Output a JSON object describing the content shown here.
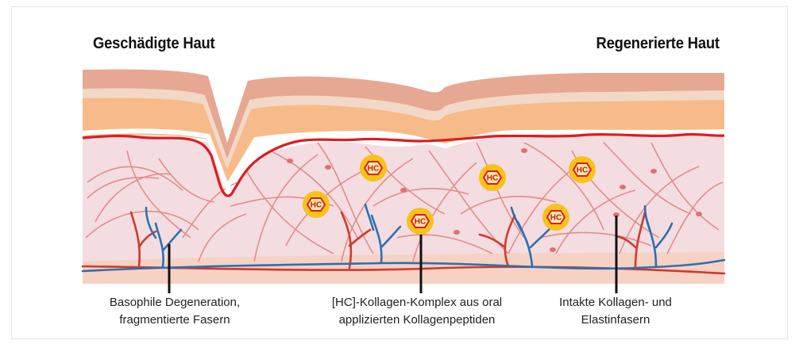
{
  "titles": {
    "left": "Geschädigte Haut",
    "right": "Regenerierte Haut"
  },
  "badge_text": "HC",
  "captions": {
    "left_line1": "Basophile Degeneration,",
    "left_line2": "fragmentierte Fasern",
    "mid_line1": "[HC]-Kollagen-Komplex aus oral",
    "mid_line2": "applizierten Kollagenpeptiden",
    "right_line1": "Intakte Kollagen- und",
    "right_line2": "Elastinfasern"
  },
  "colors": {
    "epidermis_top": "#e6a892",
    "epidermis_light": "#f2d8c6",
    "epidermis_orange": "#f7bb8a",
    "dermis": "#f3dde0",
    "basement_line": "#dd1c22",
    "fiber": "#e07e80",
    "vein_blue": "#2f6fb0",
    "artery_red": "#cf3a2e",
    "badge_fill": "#f8c21a"
  }
}
